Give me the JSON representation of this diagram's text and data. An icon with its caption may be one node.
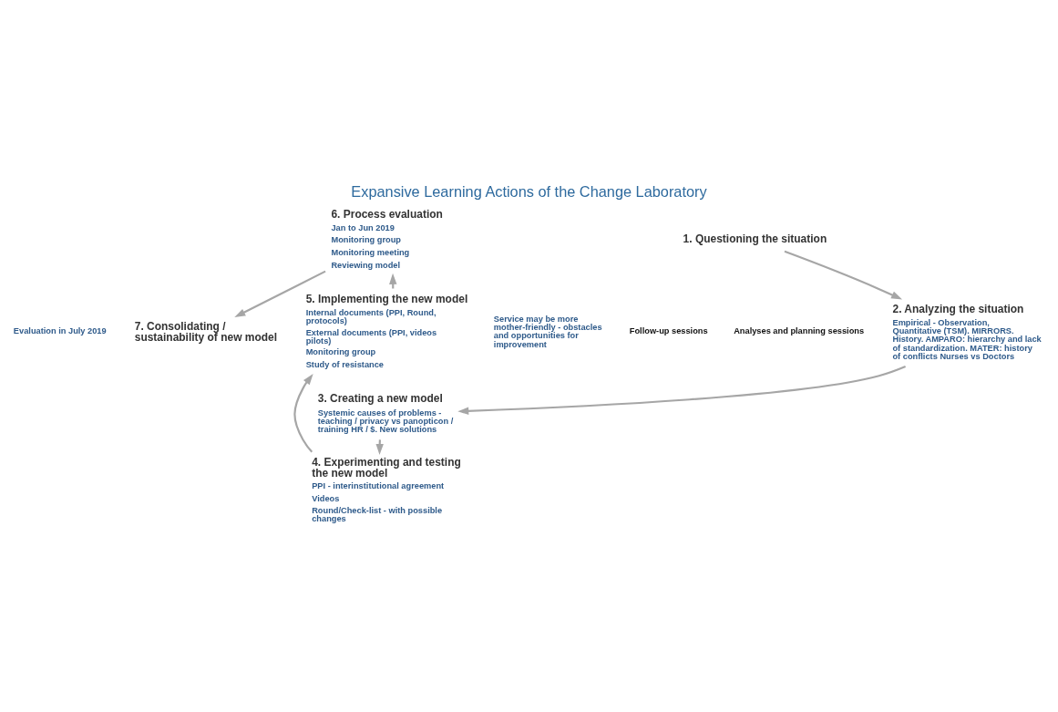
{
  "diagram": {
    "title": "Expansive Learning Actions of the Change Laboratory",
    "nodes": [
      {
        "text": [
          "1. Questioning the situation"
        ]
      },
      {
        "text": [
          "2. Analyzing the situation"
        ],
        "beside": [
          "Empirical - Observation, Quantitative (TSM). MIRRORS. History. AMPARO: hierarchy and lack of standardization. MATER: history of conflicts Nurses vs Doctors"
        ]
      },
      {
        "text": [
          "3. Creating a new model"
        ],
        "beside": [
          "Systemic causes of problems - teaching / privacy vs panopticon / training HR / $. New solutions"
        ]
      },
      {
        "text": [
          "4. Experimenting and testing the new model"
        ],
        "beside": [
          "PPI - interinstitutional agreement",
          "Videos",
          "Round/Check-list - with possible changes"
        ]
      },
      {
        "text": [
          "5. Implementing the new model"
        ],
        "beside": [
          "Internal documents (PPI, Round, protocols)",
          "External documents (PPI, videos pilots)",
          "Monitoring group",
          "Study of resistance"
        ]
      },
      {
        "text": [
          "6. Process evaluation"
        ],
        "beside": [
          "Jan to Jun 2019",
          "Monitoring group",
          "Monitoring meeting",
          "Reviewing model"
        ]
      },
      {
        "text": [
          "7. Consolidating / sustainability of new model"
        ]
      }
    ],
    "edges": [
      {
        "from": 0,
        "to": 1,
        "arrow": "to"
      },
      {
        "from": 1,
        "to": 2,
        "arrow": "to"
      },
      {
        "from": 2,
        "to": 3,
        "arrow": "to"
      },
      {
        "from": 3,
        "to": 4,
        "arrow": "to"
      },
      {
        "from": 4,
        "to": 5,
        "arrow": "to"
      },
      {
        "from": 5,
        "to": 6,
        "arrow": "to"
      }
    ],
    "labels": [
      "Service may be more mother-friendly - obstacles and opportunities for improvement",
      "Evaluation in July 2019",
      "Follow-up sessions",
      "Analyses and planning sessions"
    ]
  }
}
